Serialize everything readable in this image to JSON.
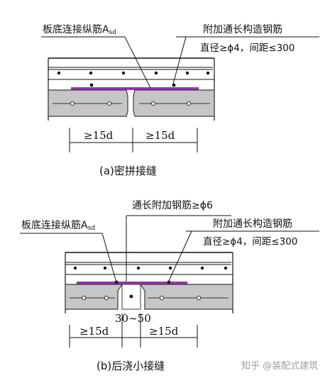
{
  "colors": {
    "concrete": "#c6c6c6",
    "concrete_stroke": "#3a3a3a",
    "rebar_pad": "#9b2fb5",
    "line": "#111111",
    "watermark": "#9aa0a6"
  },
  "figure_a": {
    "label_left": "板底连接纵筋A",
    "label_left_sub": "sd",
    "label_right_1": "附加通长构造钢筋",
    "label_right_2": "直径≥ϕ4，间距≤300",
    "dim_left": "≥15d",
    "dim_right": "≥15d",
    "caption": "(a)密拼接缝"
  },
  "figure_b": {
    "label_top": "通长附加钢筋≥ϕ6",
    "label_left": "板底连接纵筋A",
    "label_left_sub": "sd",
    "label_right_1": "附加通长构造钢筋",
    "label_right_2": "直径≥ϕ4，间距≤300",
    "gap": "30~50",
    "dim_left": "≥15d",
    "dim_right": "≥15d",
    "caption": "(b)后浇小接缝"
  },
  "watermark": {
    "text": "知乎 @装配式建筑"
  }
}
